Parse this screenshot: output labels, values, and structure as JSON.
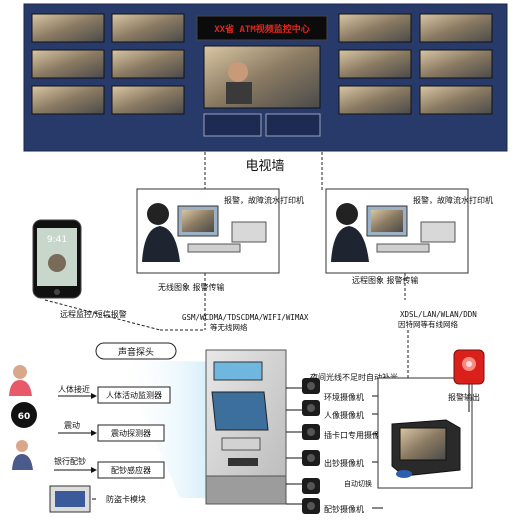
{
  "video_wall": {
    "banner": "XX省 ATM视频监控中心",
    "caption": "电视墙"
  },
  "monitor_left": {
    "screen_text": "报警，故障流水打印机",
    "caption": "无线图象  报警传输"
  },
  "monitor_right": {
    "screen_text": "报警，故障流水打印机",
    "caption": "远程图象  报警传输"
  },
  "phone": {
    "time": "9:41",
    "caption": "远程监控/短信报警"
  },
  "networks": {
    "wireless": "GSM/WCDMA/TDSCDMA/WIFI/WIMAX",
    "wireless_sub": "等无线网络",
    "wired": "XDSL/LAN/WLAN/DDN",
    "wired_sub": "因特网等有线网络"
  },
  "sensors": {
    "sound_probe": "声音探头",
    "approach_label": "人体接近",
    "body_detector": "人体活动监测器",
    "vibration_label": "震动",
    "vibration_detector": "震动探测器",
    "banknote_label": "银行配钞",
    "banknote_sensor": "配钞感应器",
    "anti_skimming": "防盗卡模块"
  },
  "cameras": {
    "night_fill": "夜间光线不足时自动补光",
    "environment": "环境摄像机",
    "portrait": "人像摄像机",
    "card_slot": "插卡口专用摄像机",
    "cash_out": "出钞摄像机",
    "cash_load": "配钞摄像机",
    "auto_switch": "自动切换"
  },
  "alarm": {
    "label": "报警输出"
  },
  "colors": {
    "wall": "#283a6a",
    "banner_text": "#e2261c",
    "banner_bg": "#0b0b0b",
    "beam": "#bfe6f7",
    "alarm_red": "#d9201a"
  },
  "icons": {
    "operator": "operator-at-desk-icon",
    "atm": "atm-machine-icon",
    "camera": "cctv-camera-icon",
    "dvr": "dvr-recorder-icon",
    "alarm_light": "alarm-strobe-icon",
    "phone": "mobile-phone-icon",
    "card_module": "card-reader-module-icon"
  }
}
